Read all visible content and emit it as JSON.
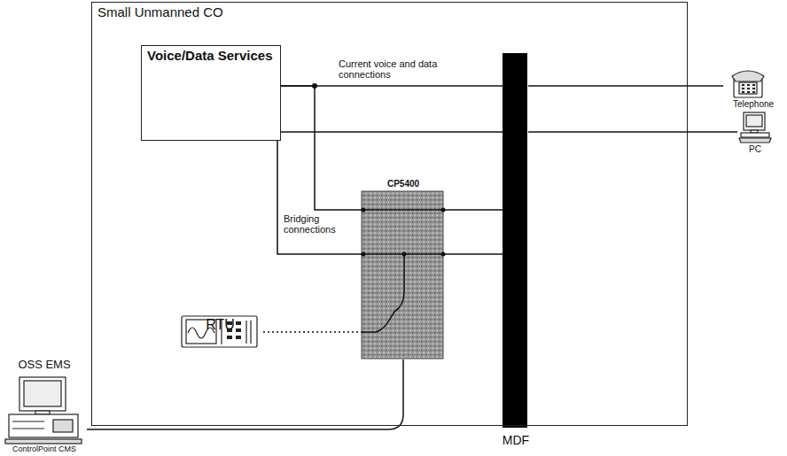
{
  "diagram": {
    "nodes": [
      {
        "text": [
          "Small Unmanned CO"
        ]
      },
      {
        "text": [
          "Voice/Data Services"
        ],
        "in": 0
      },
      {
        "text": [
          "CP5400"
        ],
        "in": 0
      },
      {
        "text": [
          "RTU"
        ],
        "in": 0
      },
      {
        "text": [
          "MDF"
        ],
        "in": 0
      },
      {
        "text": [
          "Telephone"
        ]
      },
      {
        "text": [
          "PC"
        ]
      },
      {
        "text": [
          "OSS EMS",
          "ControlPoint CMS"
        ]
      }
    ],
    "edges": [
      {
        "from": 1,
        "to": 4,
        "arrow": "none"
      },
      {
        "from": 1,
        "to": 4,
        "arrow": "none"
      },
      {
        "from": 4,
        "to": 5,
        "arrow": "none"
      },
      {
        "from": 4,
        "to": 6,
        "arrow": "none"
      },
      {
        "from": 1,
        "to": 2,
        "arrow": "none"
      },
      {
        "from": 1,
        "to": 2,
        "arrow": "none"
      },
      {
        "from": 2,
        "to": 4,
        "arrow": "none"
      },
      {
        "from": 2,
        "to": 4,
        "arrow": "none"
      },
      {
        "from": 2,
        "to": 3,
        "arrow": "none"
      },
      {
        "from": 2,
        "to": 7,
        "arrow": "none"
      }
    ],
    "labels": [
      "Current voice and data connections",
      "Bridging connections"
    ]
  }
}
